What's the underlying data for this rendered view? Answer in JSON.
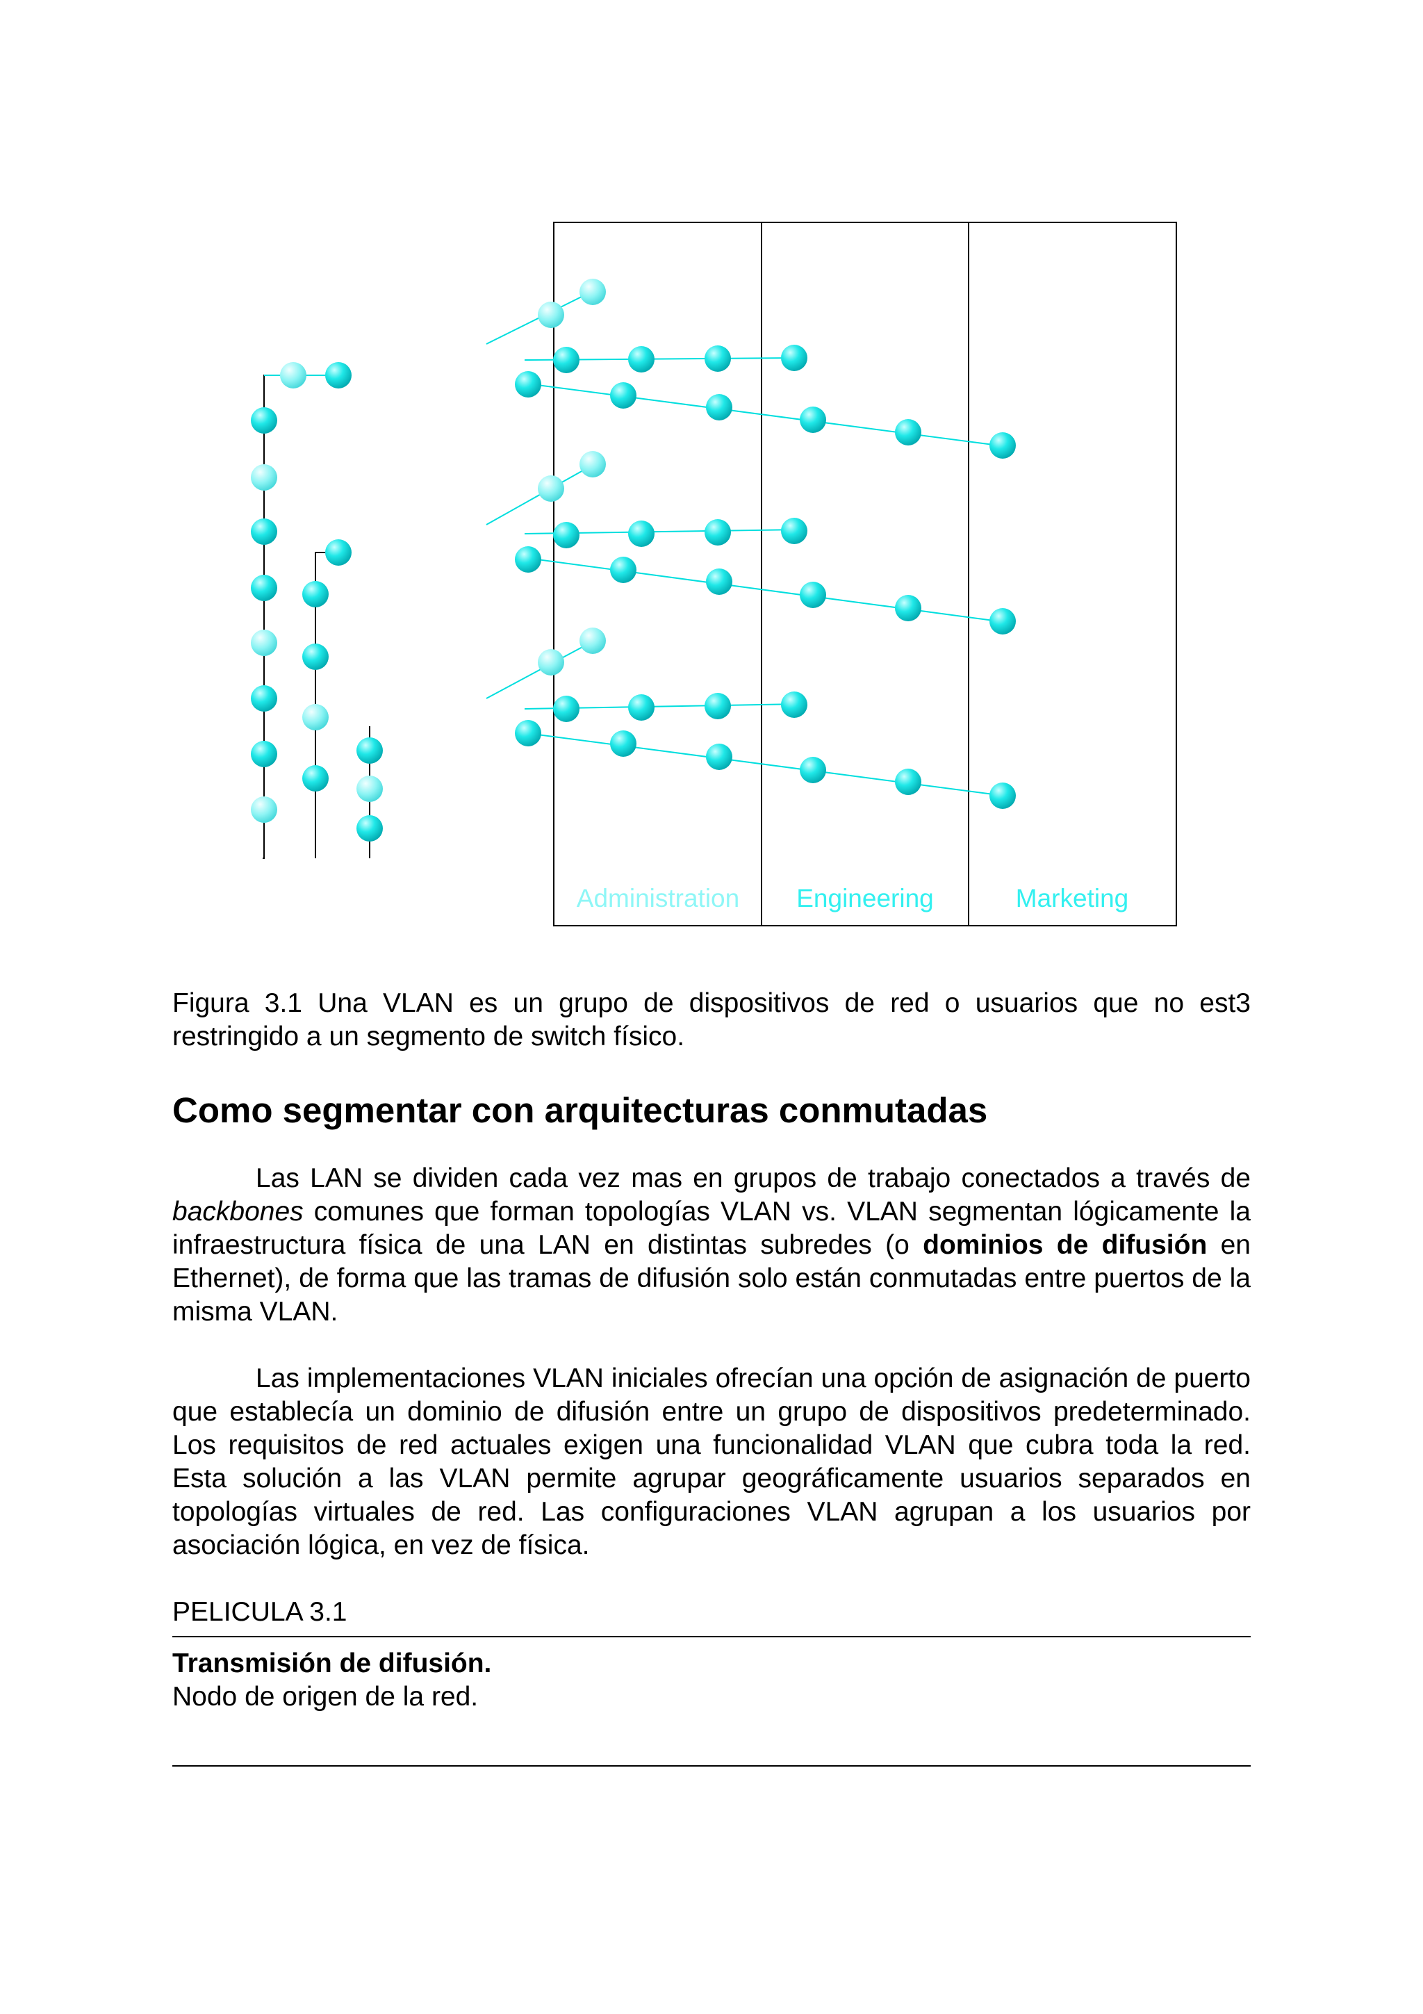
{
  "figure": {
    "columns": [
      "Administration",
      "Engineering",
      "Marketing"
    ],
    "label_color": "#33f0f0",
    "link_color": "#00e5e5"
  },
  "caption": "Figura 3.1 Una VLAN es un grupo de dispositivos de red o usuarios que no est3 restringido a un segmento de switch físico.",
  "heading": "Como segmentar con arquitecturas conmutadas",
  "para1": {
    "s1": "Las LAN se dividen cada vez mas en grupos de trabajo conectados a través de ",
    "italic": "backbones",
    "s2": " comunes que forman topologías VLAN vs. VLAN segmentan lógicamente la infraestructura física de una LAN en distintas subredes (o ",
    "bold": "dominios de difusión",
    "s3": " en Ethernet), de forma que las tramas de difusión solo están conmutadas entre puertos de la misma VLAN."
  },
  "para2": "Las implementaciones VLAN iniciales ofrecían una opción de asignación de puerto que establecía un dominio de difusión entre un grupo de dispositivos predeterminado. Los requisitos de red actuales exigen una funcionalidad VLAN que cubra toda la red. Esta solución a las VLAN permite agrupar geográficamente usuarios separados en topologías virtuales de red. Las configuraciones VLAN agrupan a los usuarios por asociación lógica, en vez de física.",
  "movie_label": "PELICULA 3.1",
  "transmission_title": "Transmisión de difusión.",
  "transmission_text": "Nodo de origen de la red."
}
